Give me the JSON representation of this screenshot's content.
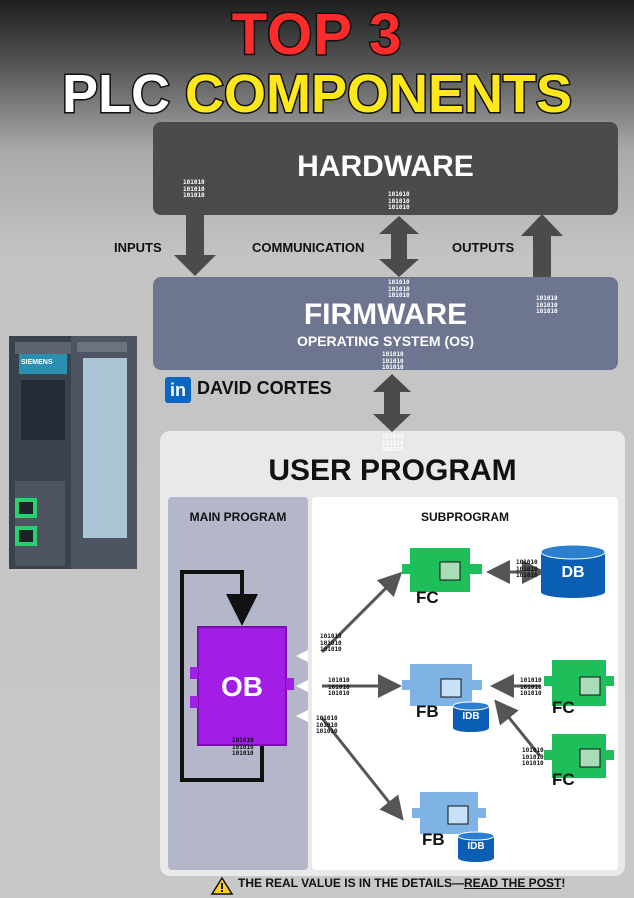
{
  "title": {
    "line1": "TOP 3",
    "line2_a": "PLC ",
    "line2_b": "COMPONENTS"
  },
  "hardware": {
    "label": "HARDWARE"
  },
  "firmware": {
    "label": "FIRMWARE",
    "sublabel": "OPERATING SYSTEM (OS)"
  },
  "links": {
    "inputs": "INPUTS",
    "communication": "COMMUNICATION",
    "outputs": "OUTPUTS"
  },
  "binary": "101010\n101010\n101010",
  "author": {
    "name": "DAVID CORTES",
    "badge": "in"
  },
  "plc_device": {
    "brand": "SIEMENS"
  },
  "user_program": {
    "title": "USER PROGRAM",
    "main_program": "MAIN PROGRAM",
    "subprogram": "SUBPROGRAM",
    "ob": "OB",
    "fc": "FC",
    "fb": "FB",
    "db": "DB",
    "idb": "IDB"
  },
  "footer": {
    "warning_icon": "warning-icon",
    "text": "THE REAL VALUE IS IN THE DETAILS—",
    "link": "READ THE POST",
    "end": "!"
  },
  "colors": {
    "title_red": "#ff2b2b",
    "title_yellow": "#ffe81a",
    "ob": "#a21de6",
    "fc": "#1ebe5a",
    "fb": "#7fb2e5",
    "db": "#0a5fb4"
  }
}
